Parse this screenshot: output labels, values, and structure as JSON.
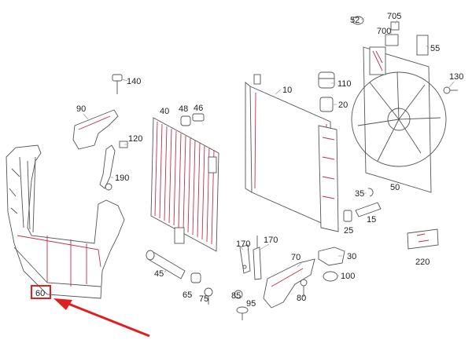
{
  "diagram": {
    "part_numbers": [
      "52",
      "705",
      "700",
      "55",
      "130",
      "110",
      "10",
      "20",
      "140",
      "90",
      "48",
      "46",
      "40",
      "120",
      "190",
      "35",
      "15",
      "25",
      "50",
      "170",
      "170",
      "220",
      "70",
      "30",
      "100",
      "45",
      "65",
      "75",
      "85",
      "80",
      "95",
      "60"
    ],
    "highlighted_part": "60",
    "colors": {
      "outline": "#555555",
      "highlight_box": "#e02020",
      "arrow": "#e02020",
      "accent_lines": "#c0304a"
    },
    "icons": [
      "arrow-pointer-icon"
    ]
  }
}
